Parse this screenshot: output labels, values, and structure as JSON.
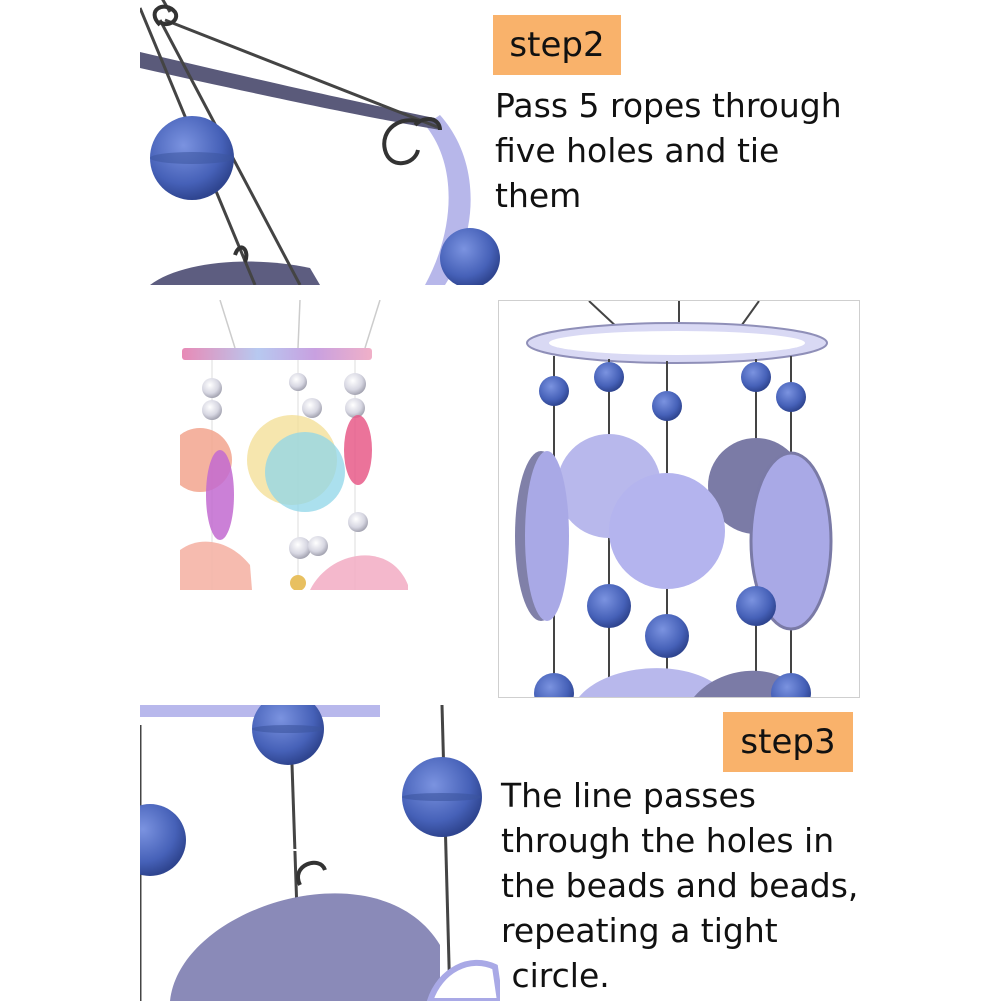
{
  "step2": {
    "tag": "step2",
    "lines": [
      "Pass 5 ropes  through",
      "five holes and tie",
      "them"
    ]
  },
  "step3": {
    "tag": "step3",
    "lines": [
      "The line passes",
      "through the holes in",
      "the beads and beads,",
      "repeating a tight",
      " circle."
    ]
  },
  "colors": {
    "tag_background": "#f9b26b",
    "disc": "#a9a9e6",
    "disc_shadow": "#6d6d96",
    "bead": "#4a6bc0",
    "wire": "#3a3a3a"
  }
}
